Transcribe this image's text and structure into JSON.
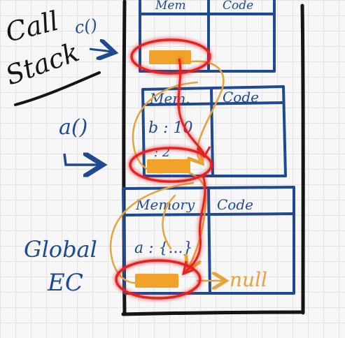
{
  "labels": {
    "call": "Call",
    "stack": "Stack",
    "c_fn": "c()",
    "a_fn": "a()",
    "global": "Global",
    "ec": "EC",
    "null": "null"
  },
  "contexts": [
    {
      "name": "c-context",
      "mem_header": "Mem",
      "code_header": "Code",
      "vars": []
    },
    {
      "name": "a-context",
      "mem_header": "Mem.",
      "code_header": "Code",
      "vars": [
        "b : 10",
        ": 2"
      ]
    },
    {
      "name": "global-context",
      "mem_header": "Memory",
      "code_header": "Code",
      "vars": [
        "a : {...}"
      ]
    }
  ],
  "colors": {
    "ink_blue": "#1f4a8f",
    "ink_black": "#151515",
    "orange_box": "#f0a22a",
    "orange_line": "#e8a23a",
    "red": "#e52222",
    "red_glow": "#ff7b7b"
  }
}
